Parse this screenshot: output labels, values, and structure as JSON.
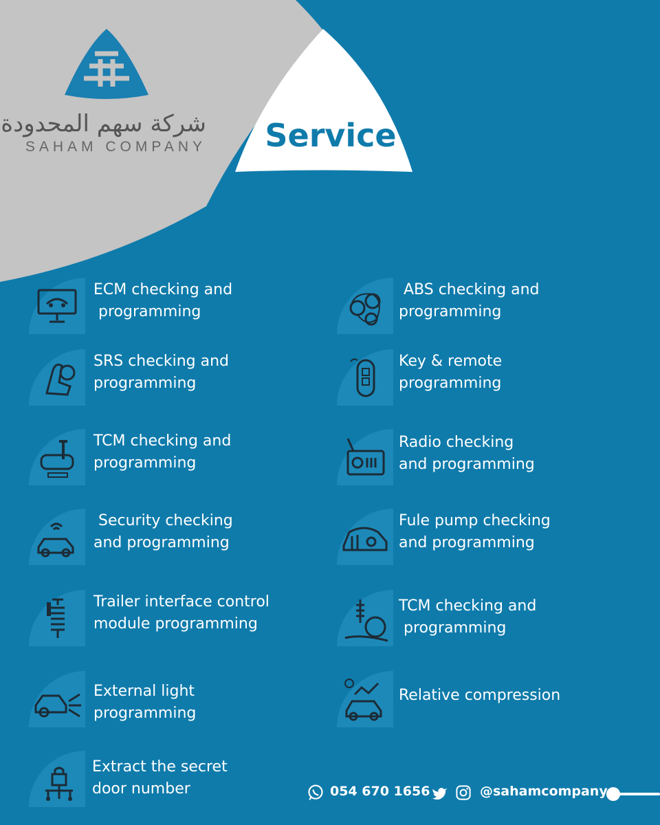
{
  "brand": {
    "name_ar": "شركة سهم المحدودة",
    "name_en": "SAHAM COMPANY"
  },
  "title": "Service",
  "colors": {
    "primary": "#0f7bab",
    "panel": "#c4c4c4",
    "tile": "#1d89b8",
    "icon": "#1c2b36"
  },
  "services_left": [
    {
      "line1": "ECM checking and",
      "line2": " programming",
      "icon": "monitor-car-icon"
    },
    {
      "line1": "SRS checking and",
      "line2": "programming",
      "icon": "airbag-seat-icon"
    },
    {
      "line1": "TCM checking and",
      "line2": "programming",
      "icon": "gear-shifter-icon"
    },
    {
      "line1": " Security checking",
      "line2": "and programming",
      "icon": "car-wifi-icon"
    },
    {
      "line1": "Trailer interface control",
      "line2": "module programming",
      "icon": "spring-coil-icon"
    },
    {
      "line1": "External light",
      "line2": "programming",
      "icon": "car-headlight-icon"
    },
    {
      "line1": "Extract the secret",
      "line2": "door number",
      "icon": "circuit-lock-icon"
    }
  ],
  "services_right": [
    {
      "line1": " ABS checking and",
      "line2": "programming",
      "icon": "engine-belt-icon"
    },
    {
      "line1": "Key & remote",
      "line2": "programming",
      "icon": "key-fob-icon"
    },
    {
      "line1": "Radio checking",
      "line2": "and programming",
      "icon": "radio-icon"
    },
    {
      "line1": "Fule pump checking",
      "line2": "and programming",
      "icon": "car-fuel-icon"
    },
    {
      "line1": "TCM checking and",
      "line2": " programming",
      "icon": "suspension-wheel-icon"
    },
    {
      "line1": "Relative compression",
      "line2": "",
      "icon": "car-compression-icon"
    }
  ],
  "footer": {
    "phone": "054 670 1656",
    "handle": "@sahamcompany",
    "icons": [
      "whatsapp-icon",
      "twitter-icon",
      "instagram-icon"
    ]
  }
}
